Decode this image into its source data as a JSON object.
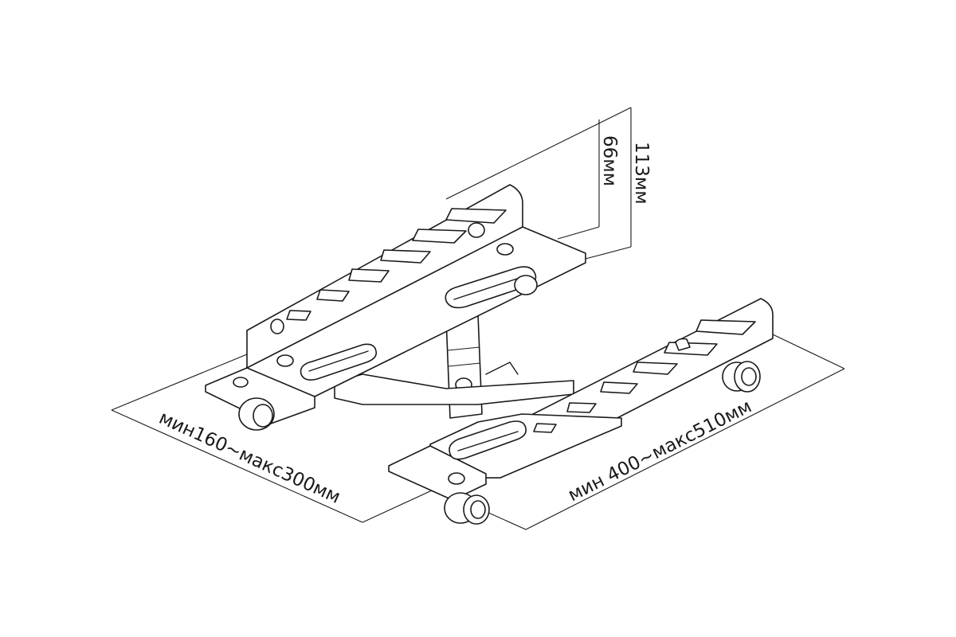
{
  "labels": {
    "height_total": "113мм",
    "height_lower": "66мм",
    "width_range": "мин160~макс300мм",
    "length_range": "мин 400~макс510мм"
  },
  "colors": {
    "line": "#1a1a1a",
    "background": "#ffffff"
  }
}
